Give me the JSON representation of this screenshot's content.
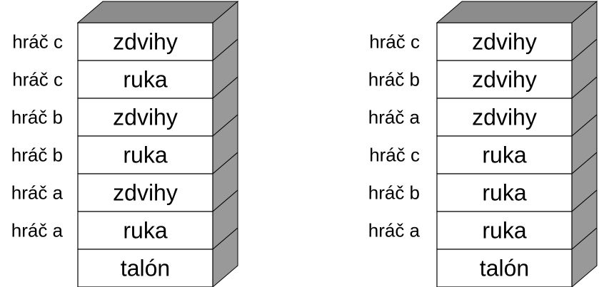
{
  "stacks": [
    {
      "rows": [
        {
          "player": "hráč c",
          "pile": "zdvihy"
        },
        {
          "player": "hráč c",
          "pile": "ruka"
        },
        {
          "player": "hráč b",
          "pile": "zdvihy"
        },
        {
          "player": "hráč b",
          "pile": "ruka"
        },
        {
          "player": "hráč a",
          "pile": "zdvihy"
        },
        {
          "player": "hráč a",
          "pile": "ruka"
        },
        {
          "player": "",
          "pile": "talón"
        }
      ]
    },
    {
      "rows": [
        {
          "player": "hráč c",
          "pile": "zdvihy"
        },
        {
          "player": "hráč b",
          "pile": "zdvihy"
        },
        {
          "player": "hráč a",
          "pile": "zdvihy"
        },
        {
          "player": "hráč c",
          "pile": "ruka"
        },
        {
          "player": "hráč b",
          "pile": "ruka"
        },
        {
          "player": "hráč a",
          "pile": "ruka"
        },
        {
          "player": "",
          "pile": "talón"
        }
      ]
    }
  ],
  "colors": {
    "face": "#ffffff",
    "side": "#999999",
    "top": "#8c8c8c",
    "stroke": "#000000"
  }
}
